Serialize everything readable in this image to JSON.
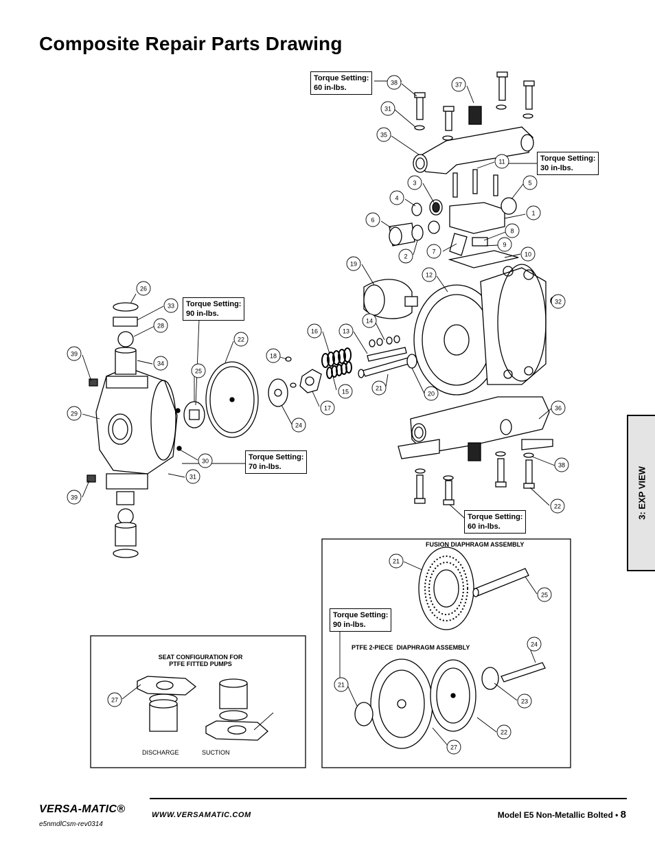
{
  "page": {
    "title": "Composite Repair Parts Drawing",
    "side_tab": "3: EXP VIEW",
    "footer": {
      "brand": "VERSA-MATIC®",
      "website": "WWW.VERSAMATIC.COM",
      "model": "Model E5 Non-Metallic Bolted •",
      "page_number": "8",
      "doc_id": "e5nmdlCsm-rev0314"
    }
  },
  "torque_notes": [
    {
      "id": "t60a",
      "text": "Torque Setting:\n60 in-lbs."
    },
    {
      "id": "t30",
      "text": "Torque Setting:\n30 in-lbs."
    },
    {
      "id": "t90a",
      "text": "Torque Setting:\n90 in-lbs."
    },
    {
      "id": "t70",
      "text": "Torque Setting:\n70 in-lbs."
    },
    {
      "id": "t60b",
      "text": "Torque Setting:\n60 in-lbs."
    },
    {
      "id": "t90b",
      "text": "Torque Setting:\n90 in-lbs."
    }
  ],
  "seat_box": {
    "title": "SEAT CONFIGURATION FOR\nPTFE FITTED PUMPS",
    "discharge_label": "DISCHARGE",
    "suction_label": "SUCTION"
  },
  "fusion_box": {
    "fusion_title": "FUSION DIAPHRAGM ASSEMBLY",
    "ptfe_title": "PTFE 2-PIECE  DIAPHRAGM ASSEMBLY"
  },
  "callouts": [
    "38",
    "37",
    "31",
    "35",
    "11",
    "3",
    "5",
    "4",
    "1",
    "6",
    "8",
    "2",
    "7",
    "9",
    "10",
    "19",
    "12",
    "26",
    "33",
    "32",
    "28",
    "14",
    "16",
    "13",
    "39",
    "34",
    "22",
    "18",
    "25",
    "15",
    "21",
    "20",
    "17",
    "24",
    "29",
    "36",
    "30",
    "31",
    "39",
    "38",
    "22",
    "21",
    "25",
    "21",
    "24",
    "23",
    "22",
    "27",
    "27"
  ],
  "colors": {
    "ink": "#000000",
    "tab_fill": "#e4e4e4",
    "part_fill": "#ffffff"
  }
}
